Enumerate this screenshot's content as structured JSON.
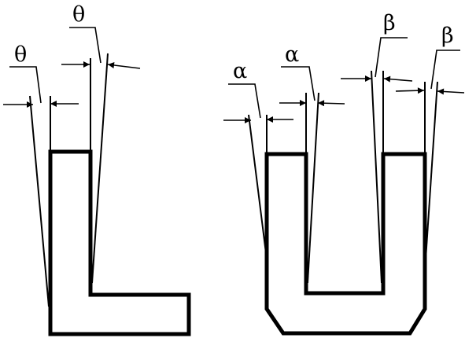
{
  "diagram": {
    "left_figure": {
      "shape": "L-section",
      "angle_label_top": "θ",
      "angle_label_left": "θ"
    },
    "right_figure": {
      "shape": "U-section",
      "angle_label_outer_left": "α",
      "angle_label_inner_left": "α",
      "angle_label_inner_right": "β",
      "angle_label_outer_right": "β"
    },
    "line_color": "#000000",
    "background_color": "#ffffff"
  }
}
